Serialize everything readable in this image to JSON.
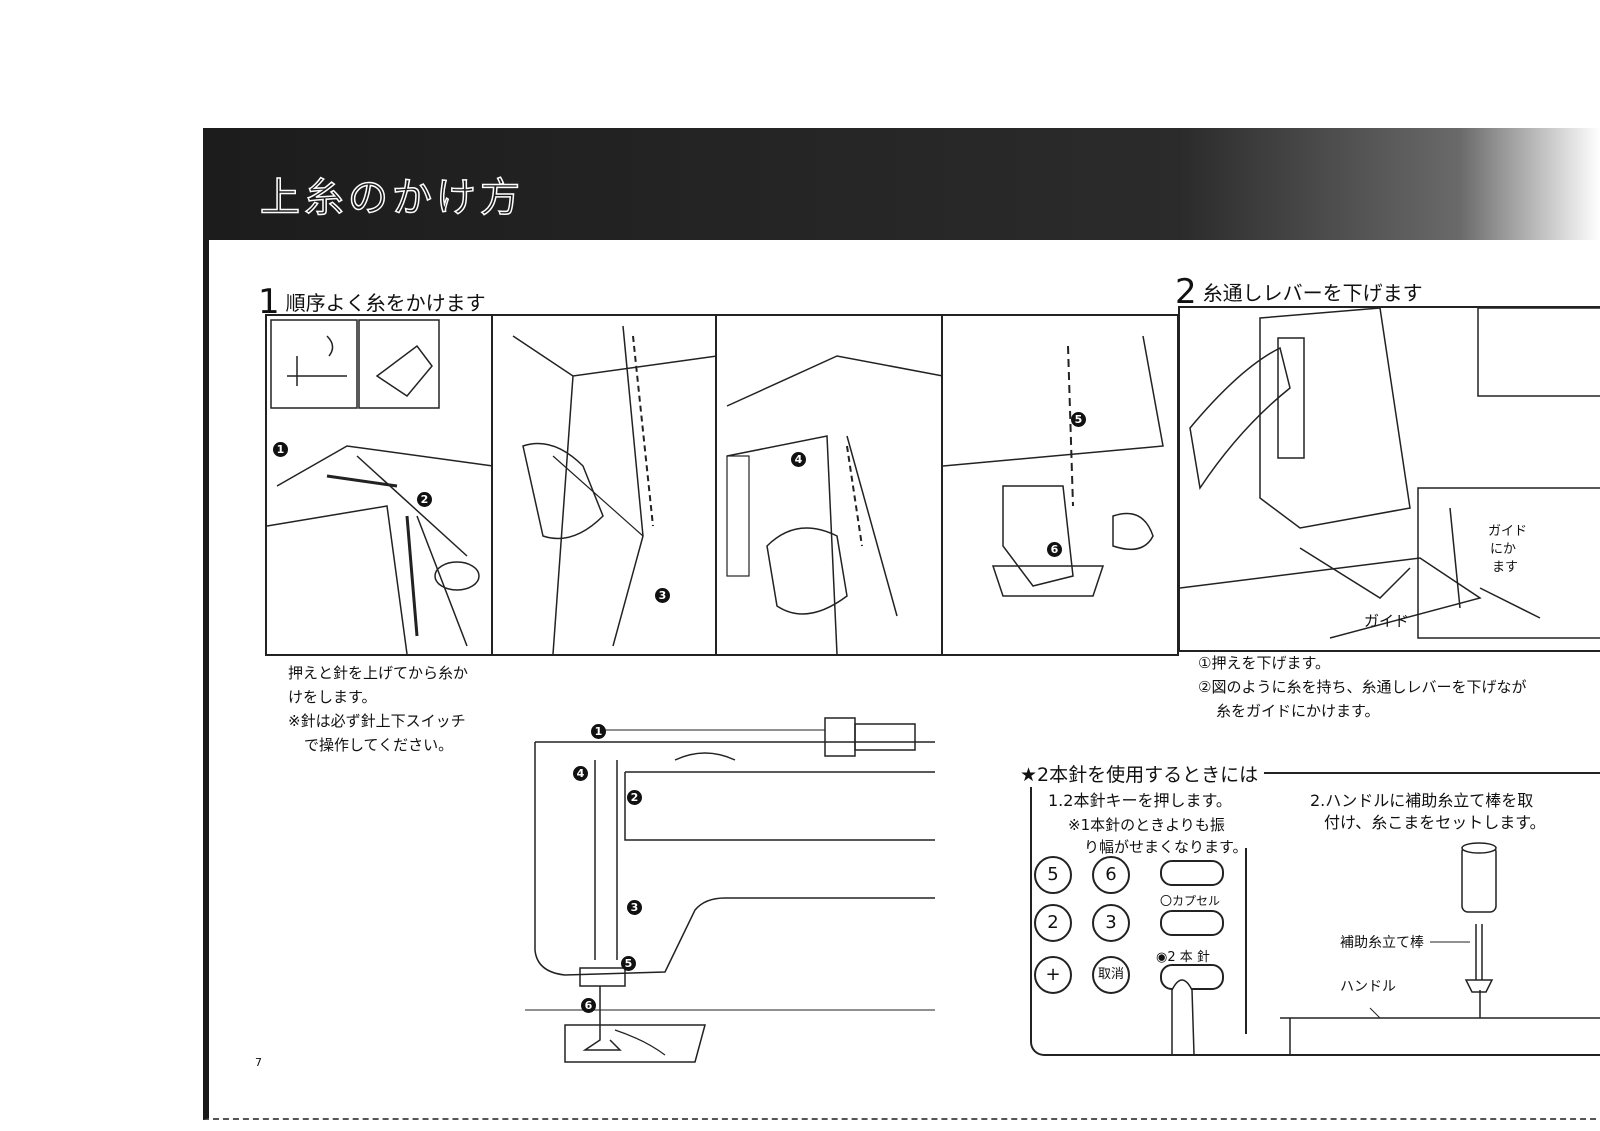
{
  "page_title": "上糸のかけ方",
  "step1": {
    "num": "1",
    "heading": "順序よく糸をかけます"
  },
  "step2": {
    "num": "2",
    "heading": "糸通しレバーを下げます"
  },
  "step1_caption": [
    "押えと針を上げてから糸か",
    "けをします。",
    "※針は必ず針上下スイッチ",
    "で操作してください。"
  ],
  "step2_caption": [
    "①押えを下げます。",
    "②図のように糸を持ち、糸通しレバーを下げなが",
    "糸をガイドにかけます。"
  ],
  "guide_label": "ガイド",
  "guide_inset_label": [
    "ガイド",
    "にか",
    "ます"
  ],
  "twin": {
    "title": "★2本針を使用するときには",
    "item1": "1.2本針キーを押します。",
    "note": [
      "※1本針のときよりも振",
      "り幅がせまくなります。"
    ],
    "item2": [
      "2.ハンドルに補助糸立て棒を取",
      "付け、糸こまをセットします。"
    ],
    "keys": {
      "k5": "5",
      "k6": "6",
      "k2": "2",
      "k3": "3",
      "kplus": "+",
      "kcancel": "取消"
    },
    "capsel": "〇カプセル",
    "twin_needle": "◉2 本 針",
    "spool_pin_label": "補助糸立て棒",
    "handle_label": "ハンドル"
  },
  "markers": {
    "m1": "1",
    "m2": "2",
    "m3": "3",
    "m4": "4",
    "m5": "5",
    "m6": "6"
  },
  "page_number": "7"
}
